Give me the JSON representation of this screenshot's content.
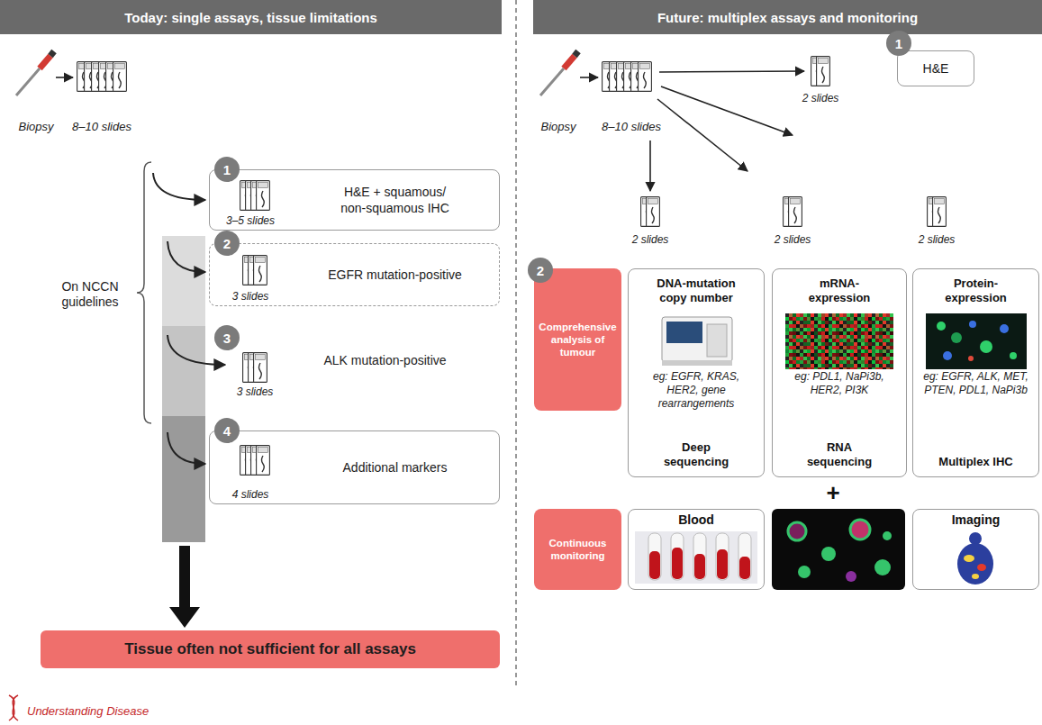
{
  "diagram": {
    "nodes": [
      {
        "text": [
          "Today: single assays, tissue limitations"
        ]
      },
      {
        "text": [
          "Future: multiplex assays and monitoring"
        ]
      },
      {
        "text": [
          "1"
        ]
      },
      {
        "text": [
          "3–5 slides",
          "H&E + squamous/ non-squamous IHC"
        ]
      },
      {
        "text": [
          "2"
        ]
      },
      {
        "text": [
          "3 slides",
          "EGFR mutation-positive"
        ]
      },
      {
        "text": [
          "3"
        ]
      },
      {
        "text": [
          "4"
        ]
      },
      {
        "text": [
          "4 slides",
          "Additional markers"
        ]
      },
      {
        "text": [
          "Tissue often not sufficient for all assays"
        ]
      },
      {
        "text": [
          "1"
        ]
      },
      {
        "text": [
          "H&E"
        ]
      },
      {
        "text": [
          "2"
        ]
      },
      {
        "text": [
          "Comprehensive analysis of tumour"
        ]
      },
      {
        "text": [
          "DNA-mutation copy number",
          "eg: EGFR, KRAS, HER2, gene rearrangements",
          "Deep sequencing"
        ]
      },
      {
        "text": [
          "mRNA-expression",
          "eg: PDL1, NaPi3b, HER2, PI3K",
          "RNA sequencing"
        ]
      },
      {
        "text": [
          "Protein-expression",
          "eg: EGFR, ALK, MET, PTEN, PDL1, NaPi3b",
          "Multiplex IHC"
        ]
      },
      {
        "text": [
          "Continuous monitoring"
        ]
      },
      {
        "text": [
          "Blood"
        ]
      },
      {
        "text": [
          "Imaging"
        ]
      }
    ],
    "labels": [
      "Biopsy",
      "8–10 slides",
      "On NCCN guidelines",
      "3 slides",
      "ALK mutation-positive",
      "Biopsy",
      "8–10 slides",
      "2 slides",
      "2 slides",
      "2 slides",
      "2 slides",
      "+",
      "Understanding Disease"
    ]
  }
}
